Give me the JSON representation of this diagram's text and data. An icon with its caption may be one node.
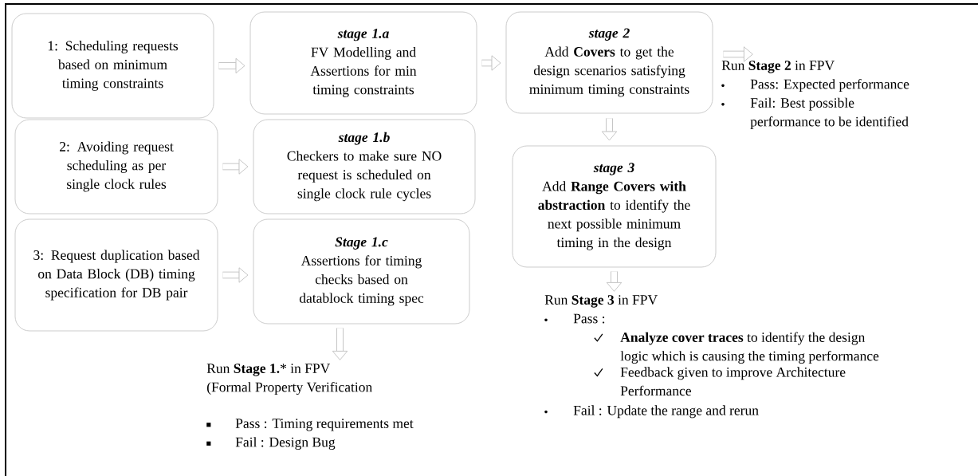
{
  "diagram": {
    "nodes": [
      {
        "text": [
          "1: Scheduling requests based on minimum timing constraints"
        ]
      },
      {
        "text": [
          "stage 1.a",
          "FV Modelling and Assertions for min timing constraints"
        ]
      },
      {
        "text": [
          "2: Avoiding request scheduling as per single clock rules"
        ]
      },
      {
        "text": [
          "stage 1.b",
          "Checkers to make sure NO request is scheduled on single clock rule cycles"
        ]
      },
      {
        "text": [
          "3: Request duplication based on Data Block (DB) timing specification for DB pair"
        ]
      },
      {
        "text": [
          "Stage 1.c",
          "Assertions for timing checks based on datablock timing spec"
        ]
      },
      {
        "text": [
          "stage 2",
          "Add **Covers** to get the design scenarios satisfying minimum timing constraints"
        ]
      },
      {
        "text": [
          "stage 3",
          "Add **Range Covers with abstraction** to identify the next possible minimum timing in the design"
        ]
      },
      {
        "text": [
          "Run **Stage 2** in FPV",
          "Pass: Expected performance",
          "Fail: Best possible performance to be identified"
        ]
      },
      {
        "text": [
          "Run **Stage 1.*** in FPV",
          "(Formal Property Verification",
          "Pass : Timing requirements met",
          "Fail : Design Bug"
        ]
      },
      {
        "text": [
          "Run **Stage 3** in FPV",
          "Pass :",
          "**Analyze cover traces** to identify the design logic which is causing the timing performance",
          "Feedback given to improve Architecture Performance",
          "Fail : Update the range and rerun"
        ]
      }
    ],
    "edges": [
      {
        "from": 0,
        "to": 1,
        "arrow": "to"
      },
      {
        "from": 2,
        "to": 3,
        "arrow": "to"
      },
      {
        "from": 4,
        "to": 5,
        "arrow": "to"
      },
      {
        "from": 1,
        "to": 6,
        "arrow": "to"
      },
      {
        "from": 6,
        "to": 8,
        "arrow": "to"
      },
      {
        "from": 6,
        "to": 7,
        "arrow": "to"
      },
      {
        "from": 7,
        "to": 10,
        "arrow": "to"
      },
      {
        "from": 5,
        "to": 9,
        "arrow": "to"
      }
    ]
  }
}
